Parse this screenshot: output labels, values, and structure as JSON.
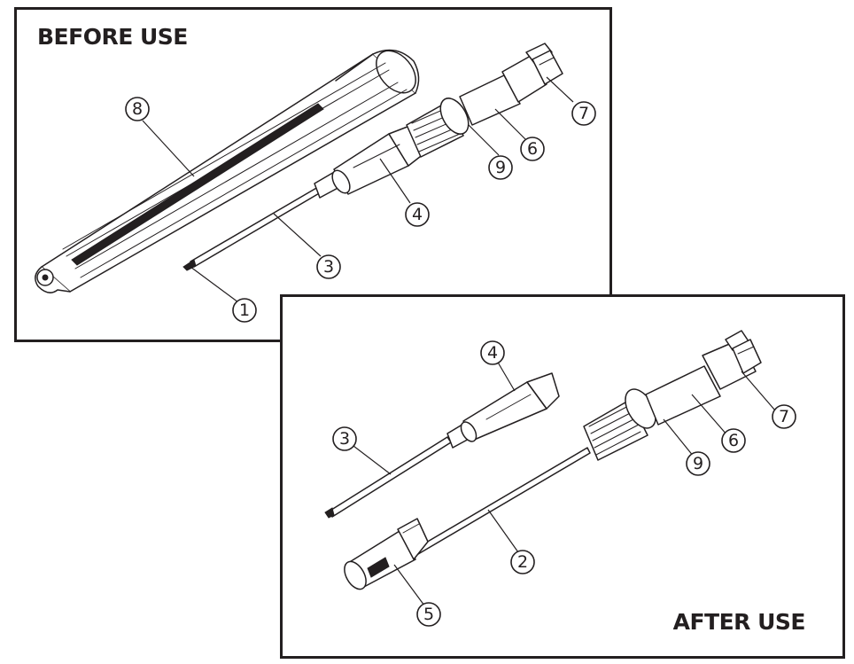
{
  "panels": {
    "before": {
      "title": "BEFORE USE"
    },
    "after": {
      "title": "AFTER USE"
    }
  },
  "callouts": {
    "before": [
      "8",
      "7",
      "6",
      "9",
      "4",
      "3",
      "1"
    ],
    "after": [
      "4",
      "3",
      "7",
      "6",
      "9",
      "2",
      "5"
    ]
  }
}
